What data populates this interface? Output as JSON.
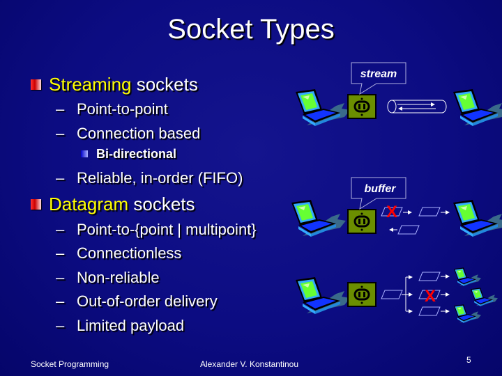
{
  "title": "Socket Types",
  "bullets": {
    "streaming": {
      "highlight": "Streaming",
      "rest": " sockets",
      "items": [
        "Point-to-point",
        "Connection based",
        "Reliable, in-order (FIFO)"
      ],
      "subitem": "Bi-directional"
    },
    "datagram": {
      "highlight": "Datagram",
      "rest": " sockets",
      "items": [
        "Point-to-{point | multipoint}",
        "Connectionless",
        "Non-reliable",
        "Out-of-order delivery",
        "Limited payload"
      ]
    },
    "dash": "–"
  },
  "diagram": {
    "stream_label": "stream",
    "buffer_label": "buffer",
    "lost_mark": "X"
  },
  "footer": {
    "left": "Socket Programming",
    "center": "Alexander V. Konstantinou",
    "page": "5"
  },
  "colors": {
    "highlight": "#ffff00",
    "socket": "#6b8e00",
    "x_mark": "#ff0000"
  }
}
